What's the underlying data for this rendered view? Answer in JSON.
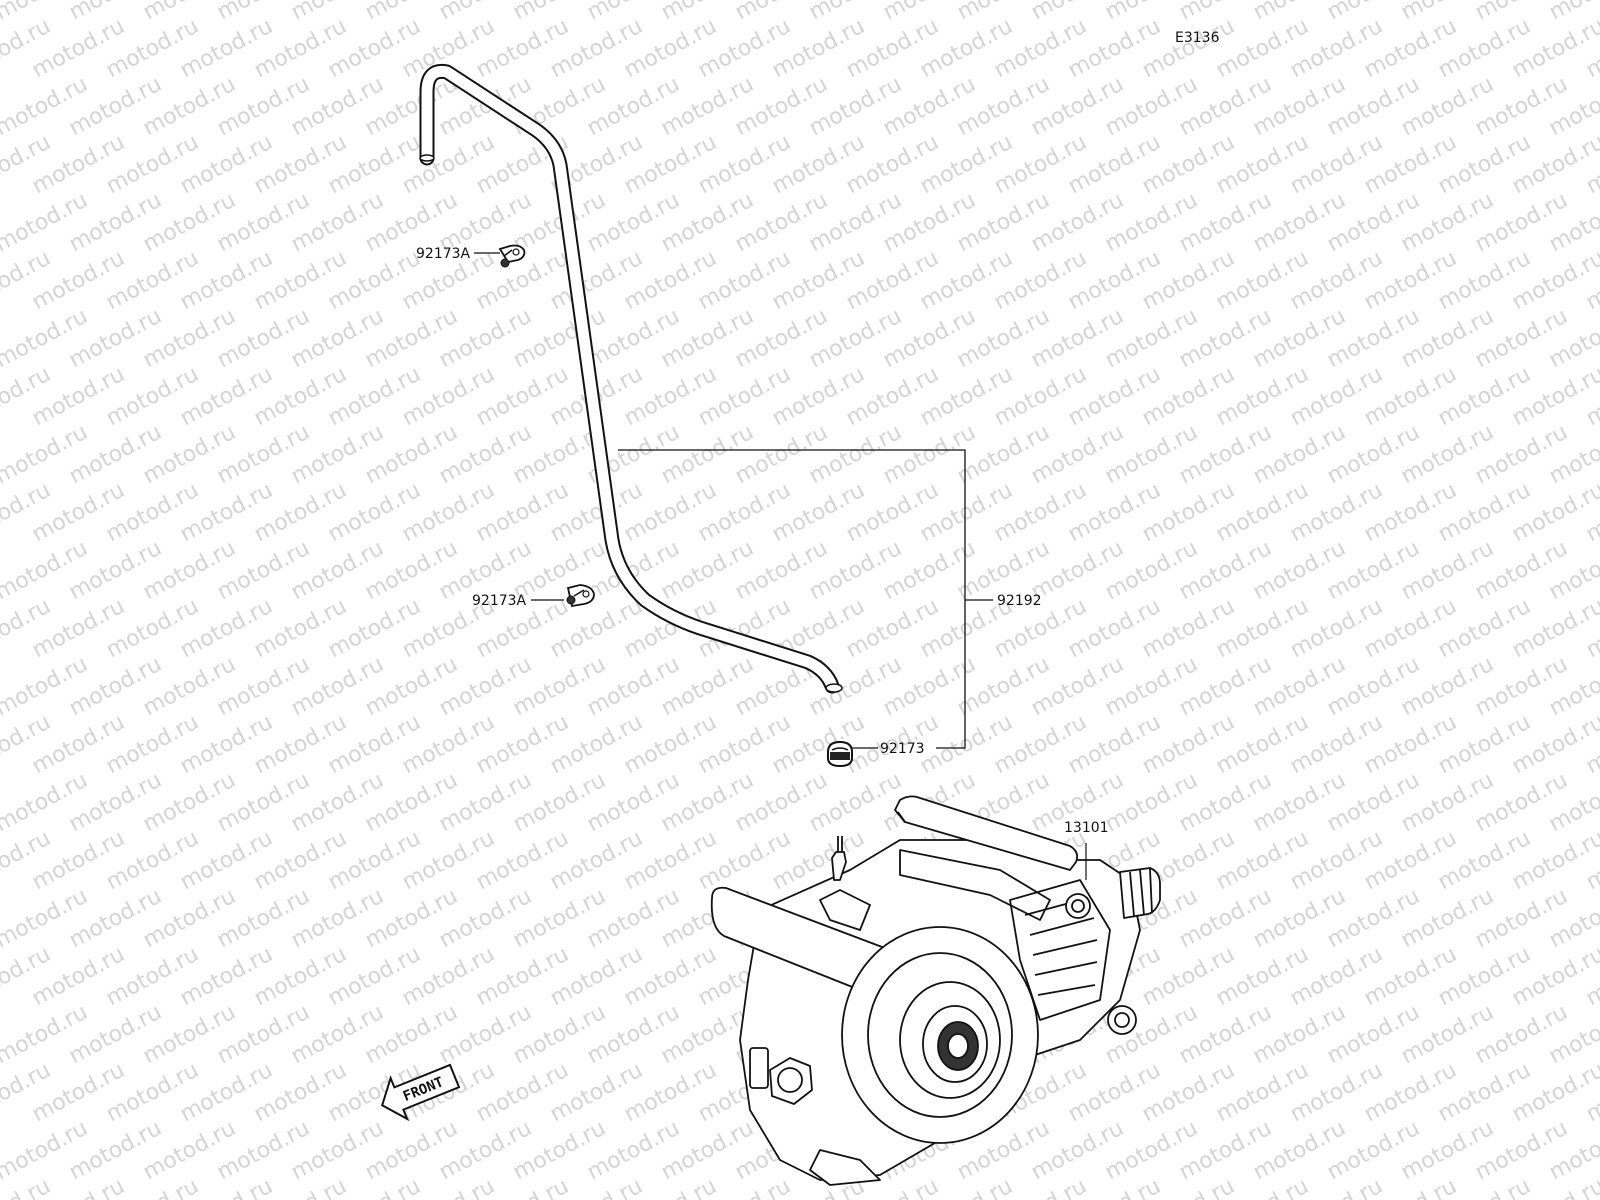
{
  "diagram_code": "E3136",
  "watermark_text": "motod.ru",
  "front_label": "FRONT",
  "parts": {
    "clamp_upper": "92173A",
    "clamp_lower": "92173A",
    "clamp_small": "92173",
    "hose": "92192",
    "gear_case": "13101"
  },
  "colors": {
    "line": "#111111",
    "watermark": "#d4d4d4",
    "background": "#ffffff"
  }
}
